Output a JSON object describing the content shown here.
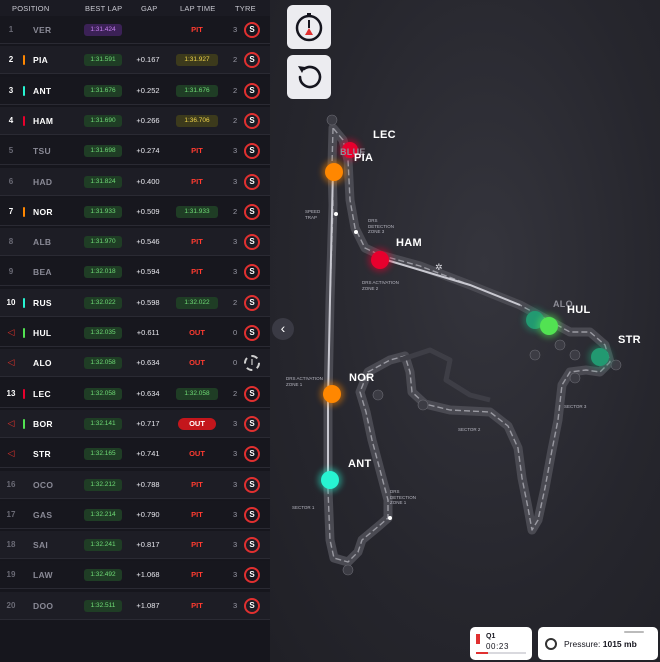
{
  "leaderboard": {
    "headers": {
      "position": "POSITION",
      "best_lap": "BEST LAP",
      "gap": "GAP",
      "lap_time": "LAP TIME",
      "tyre": "TYRE"
    },
    "rows": [
      {
        "pos": "1",
        "pos_style": "dim",
        "team_color": "",
        "driver": "VER",
        "best": "1:31.424",
        "best_style": "purple",
        "gap": "",
        "lap": "PIT",
        "lap_style": "pit",
        "age": "3",
        "tyre": "S",
        "tyre_style": "soft",
        "active": false
      },
      {
        "pos": "2",
        "pos_style": "lit",
        "team_color": "#ff8700",
        "driver": "PIA",
        "best": "1:31.591",
        "best_style": "green",
        "gap": "+0.167",
        "lap": "1:31.927",
        "lap_style": "yellow",
        "age": "2",
        "tyre": "S",
        "tyre_style": "soft",
        "active": true
      },
      {
        "pos": "3",
        "pos_style": "lit",
        "team_color": "#27f4d2",
        "driver": "ANT",
        "best": "1:31.676",
        "best_style": "green",
        "gap": "+0.252",
        "lap": "1:31.676",
        "lap_style": "greenlap",
        "age": "2",
        "tyre": "S",
        "tyre_style": "soft",
        "active": true
      },
      {
        "pos": "4",
        "pos_style": "lit",
        "team_color": "#e8002d",
        "driver": "HAM",
        "best": "1:31.690",
        "best_style": "green",
        "gap": "+0.266",
        "lap": "1:36.706",
        "lap_style": "yellow",
        "age": "2",
        "tyre": "S",
        "tyre_style": "soft",
        "active": true
      },
      {
        "pos": "5",
        "pos_style": "dim",
        "team_color": "",
        "driver": "TSU",
        "best": "1:31.698",
        "best_style": "green",
        "gap": "+0.274",
        "lap": "PIT",
        "lap_style": "pit",
        "age": "3",
        "tyre": "S",
        "tyre_style": "soft",
        "active": false
      },
      {
        "pos": "6",
        "pos_style": "dim",
        "team_color": "",
        "driver": "HAD",
        "best": "1:31.824",
        "best_style": "green",
        "gap": "+0.400",
        "lap": "PIT",
        "lap_style": "pit",
        "age": "3",
        "tyre": "S",
        "tyre_style": "soft",
        "active": false
      },
      {
        "pos": "7",
        "pos_style": "lit",
        "team_color": "#ff8700",
        "driver": "NOR",
        "best": "1:31.933",
        "best_style": "green",
        "gap": "+0.509",
        "lap": "1:31.933",
        "lap_style": "greenlap",
        "age": "2",
        "tyre": "S",
        "tyre_style": "soft",
        "active": true
      },
      {
        "pos": "8",
        "pos_style": "dim",
        "team_color": "",
        "driver": "ALB",
        "best": "1:31.970",
        "best_style": "green",
        "gap": "+0.546",
        "lap": "PIT",
        "lap_style": "pit",
        "age": "3",
        "tyre": "S",
        "tyre_style": "soft",
        "active": false
      },
      {
        "pos": "9",
        "pos_style": "dim",
        "team_color": "",
        "driver": "BEA",
        "best": "1:32.018",
        "best_style": "green",
        "gap": "+0.594",
        "lap": "PIT",
        "lap_style": "pit",
        "age": "3",
        "tyre": "S",
        "tyre_style": "soft",
        "active": false
      },
      {
        "pos": "10",
        "pos_style": "lit",
        "team_color": "#27f4d2",
        "driver": "RUS",
        "best": "1:32.022",
        "best_style": "green",
        "gap": "+0.598",
        "lap": "1:32.022",
        "lap_style": "greenlap",
        "age": "2",
        "tyre": "S",
        "tyre_style": "soft",
        "active": true
      },
      {
        "pos": "◁",
        "pos_style": "arrow",
        "team_color": "#52e252",
        "driver": "HUL",
        "best": "1:32.035",
        "best_style": "green",
        "gap": "+0.611",
        "lap": "OUT",
        "lap_style": "out",
        "age": "0",
        "tyre": "S",
        "tyre_style": "soft",
        "active": true
      },
      {
        "pos": "◁",
        "pos_style": "arrow",
        "team_color": "",
        "driver": "ALO",
        "best": "1:32.058",
        "best_style": "green",
        "gap": "+0.634",
        "lap": "OUT",
        "lap_style": "out",
        "age": "0",
        "tyre": "I",
        "tyre_style": "inter",
        "active": true
      },
      {
        "pos": "13",
        "pos_style": "lit",
        "team_color": "#e8002d",
        "driver": "LEC",
        "best": "1:32.058",
        "best_style": "green",
        "gap": "+0.634",
        "lap": "1:32.058",
        "lap_style": "greenlap",
        "age": "2",
        "tyre": "S",
        "tyre_style": "soft",
        "active": true
      },
      {
        "pos": "◁",
        "pos_style": "arrow",
        "team_color": "#52e252",
        "driver": "BOR",
        "best": "1:32.141",
        "best_style": "green",
        "gap": "+0.717",
        "lap": "OUT",
        "lap_style": "outpill",
        "age": "3",
        "tyre": "S",
        "tyre_style": "soft",
        "active": true
      },
      {
        "pos": "◁",
        "pos_style": "arrow",
        "team_color": "",
        "driver": "STR",
        "best": "1:32.165",
        "best_style": "green",
        "gap": "+0.741",
        "lap": "OUT",
        "lap_style": "out",
        "age": "3",
        "tyre": "S",
        "tyre_style": "soft",
        "active": true
      },
      {
        "pos": "16",
        "pos_style": "dim",
        "team_color": "",
        "driver": "OCO",
        "best": "1:32.212",
        "best_style": "green",
        "gap": "+0.788",
        "lap": "PIT",
        "lap_style": "pit",
        "age": "3",
        "tyre": "S",
        "tyre_style": "soft",
        "active": false
      },
      {
        "pos": "17",
        "pos_style": "dim",
        "team_color": "",
        "driver": "GAS",
        "best": "1:32.214",
        "best_style": "green",
        "gap": "+0.790",
        "lap": "PIT",
        "lap_style": "pit",
        "age": "3",
        "tyre": "S",
        "tyre_style": "soft",
        "active": false
      },
      {
        "pos": "18",
        "pos_style": "dim",
        "team_color": "",
        "driver": "SAI",
        "best": "1:32.241",
        "best_style": "green",
        "gap": "+0.817",
        "lap": "PIT",
        "lap_style": "pit",
        "age": "3",
        "tyre": "S",
        "tyre_style": "soft",
        "active": false
      },
      {
        "pos": "19",
        "pos_style": "dim",
        "team_color": "",
        "driver": "LAW",
        "best": "1:32.492",
        "best_style": "green",
        "gap": "+1.068",
        "lap": "PIT",
        "lap_style": "pit",
        "age": "3",
        "tyre": "S",
        "tyre_style": "soft",
        "active": false
      },
      {
        "pos": "20",
        "pos_style": "dim",
        "team_color": "",
        "driver": "DOO",
        "best": "1:32.511",
        "best_style": "green",
        "gap": "+1.087",
        "lap": "PIT",
        "lap_style": "pit",
        "age": "3",
        "tyre": "S",
        "tyre_style": "soft",
        "active": false
      }
    ]
  },
  "map": {
    "controls": {
      "stopwatch_icon": "stopwatch-icon",
      "reset_icon": "reset-icon",
      "collapse_glyph": "‹"
    },
    "driver_labels": {
      "lec": "LEC",
      "pia": "PIA",
      "pia_ghost": "BLUE",
      "ham": "HAM",
      "hul": "HUL",
      "hul_ghost": "ALO",
      "str": "STR",
      "nor": "NOR",
      "ant": "ANT"
    },
    "track_labels": {
      "speed_trap": "SPEED TRAP",
      "drs_zone_3": "DRS DETECTION ZONE 3",
      "drs_zone_2": "DRS ACTIVATION ZONE 2",
      "drs_zone_1": "DRS ACTIVATION ZONE 1",
      "drs_detect_1": "DRS DETECTION ZONE 1",
      "sector_1": "SECTOR 1",
      "sector_2": "SECTOR 2",
      "sector_3": "SECTOR 3"
    },
    "colors": {
      "mclaren": "#ff8700",
      "ferrari": "#e8002d",
      "mercedes": "#27f4d2",
      "sauber": "#52e252",
      "aston": "#229971"
    }
  },
  "session": {
    "name": "Q1",
    "time": "00:23",
    "progress": 0.24
  },
  "weather": {
    "label": "Pressure:",
    "value": "1015 mb"
  }
}
